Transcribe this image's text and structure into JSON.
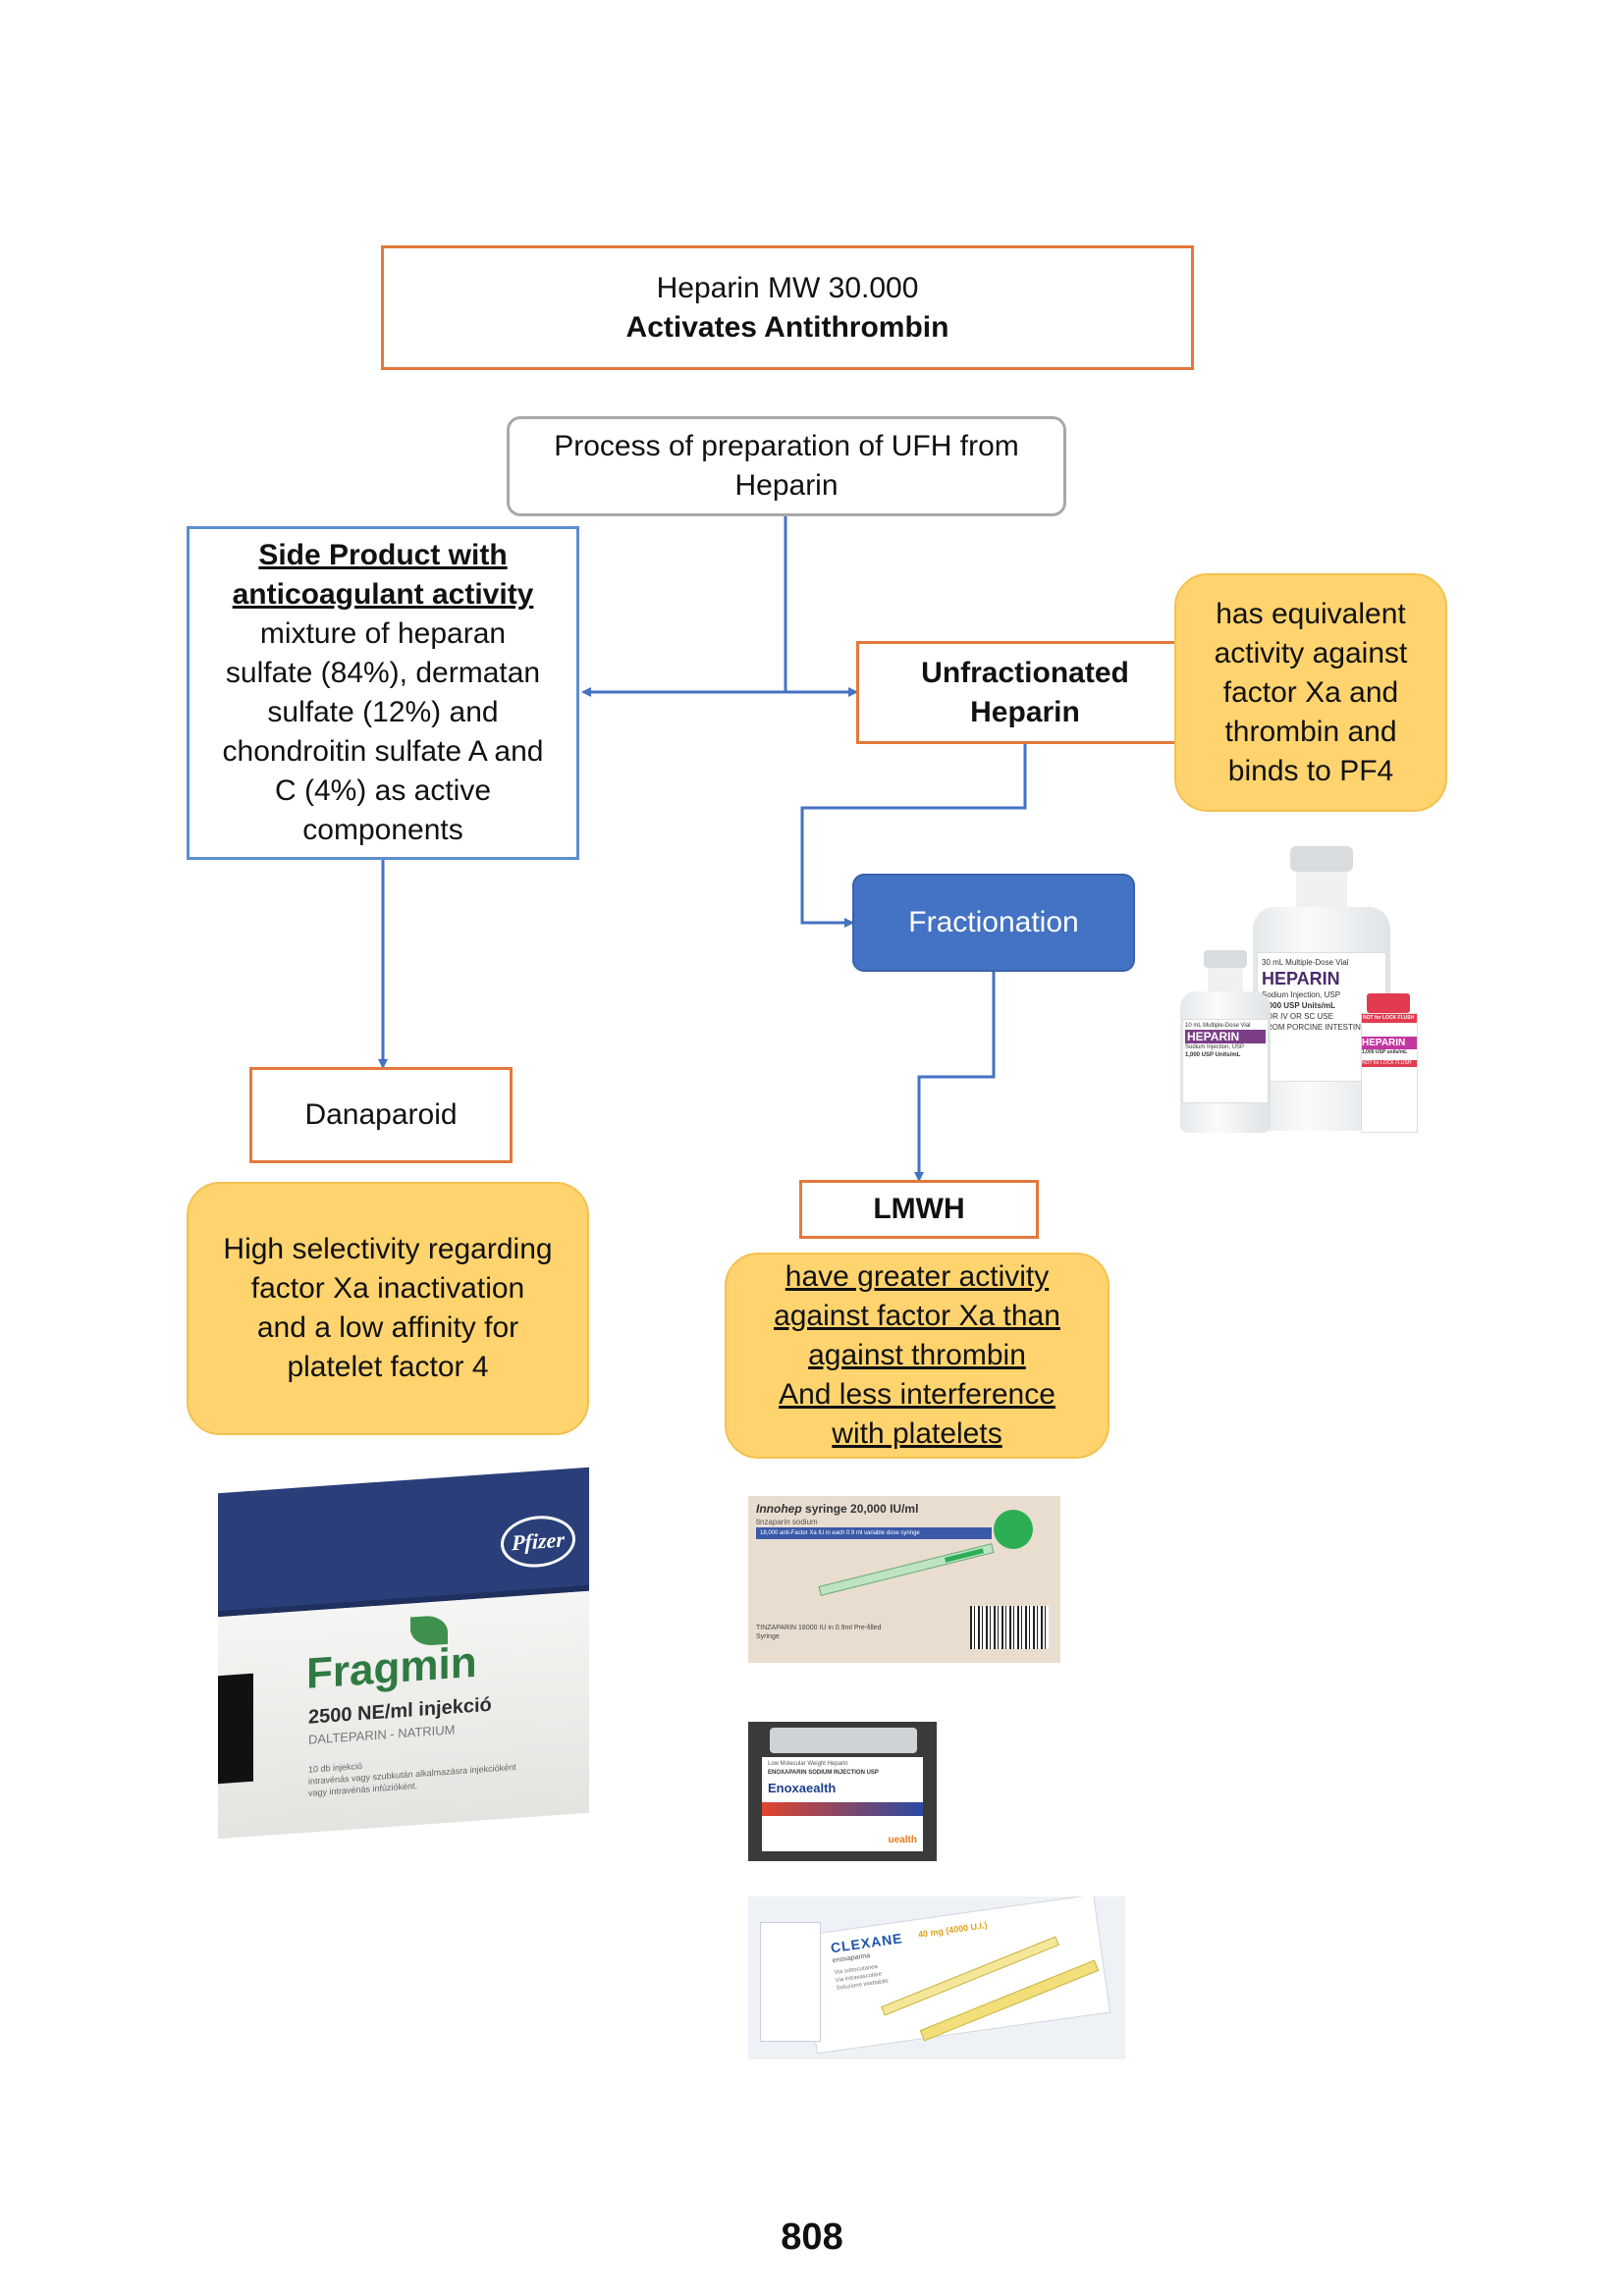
{
  "top_box": {
    "line1": "Heparin MW 30.000",
    "line2": "Activates Antithrombin"
  },
  "process_box": {
    "line1": "Process of preparation of UFH from",
    "line2": "Heparin"
  },
  "side_product_box": {
    "title_line1": "Side Product with",
    "title_line2": "anticoagulant activity",
    "lines": [
      "mixture of heparan",
      "sulfate (84%), dermatan",
      "sulfate (12%) and",
      "chondroitin sulfate A and",
      "C (4%) as active",
      "components"
    ]
  },
  "ufh_box": {
    "line1": "Unfractionated",
    "line2": "Heparin"
  },
  "ufh_note": {
    "lines": [
      "has equivalent",
      "activity against",
      "factor Xa and",
      "thrombin and",
      "binds to PF4"
    ]
  },
  "fractionation_box": {
    "label": "Fractionation"
  },
  "danaparoid_box": {
    "label": "Danaparoid"
  },
  "danaparoid_note": {
    "lines": [
      "High selectivity regarding",
      "factor Xa inactivation",
      "and a low affinity for",
      "platelet factor 4"
    ]
  },
  "lmwh_box": {
    "label": "LMWH"
  },
  "lmwh_note": {
    "lines": [
      "have greater activity",
      "against factor Xa than",
      "against thrombin",
      "And less interference",
      "with platelets"
    ]
  },
  "heparin_vials": {
    "large_label": {
      "top": "30 mL Multiple-Dose Vial",
      "brand": "HEPARIN",
      "sub": "Sodium Injection, USP",
      "units": "1,000 USP Units/mL",
      "route": "FOR IV OR SC USE",
      "source": "FROM PORCINE INTESTINES"
    },
    "small_label": {
      "top": "10 mL Multiple-Dose Vial",
      "brand": "HEPARIN",
      "sub": "Sodium Injection, USP",
      "units": "1,000 USP Units/mL"
    },
    "pink_label": {
      "top": "NOT for LOCK FLUSH",
      "brand": "HEPARIN",
      "units": "1,000 USP units/mL",
      "bottom": "NOT for LOCK FLUSH"
    }
  },
  "fragmin_box": {
    "maker": "Pfizer",
    "brand": "Fragmin",
    "strength": "2500 NE/ml injekció",
    "ingredient": "DALTEPARIN - NATRIUM",
    "lines": [
      "10 db injekció",
      "intravénás vagy szubkután alkalmazásra injekcióként",
      "vagy intravénás infúzióként."
    ]
  },
  "innohep": {
    "title": "Innohep",
    "title2": "syringe 20,000 IU/ml",
    "sub": "tinzaparin sodium",
    "band": "18,000 anti-Factor Xa IU in each 0.9 ml variable dose syringe",
    "bottom": "TINZAPARIN 18000 IU in 0.9ml Pre-filled Syringe"
  },
  "enoxaealth": {
    "header": "Low Molecular Weight Heparin",
    "sub": "ENOXAPARIN SODIUM INJECTION USP",
    "brand": "Enoxaealth",
    "maker": "uealth"
  },
  "clexane": {
    "brand": "CLEXANE",
    "dose": "40 mg (4000 U.I.)",
    "sub": "enoxaparina",
    "lines": [
      "Via sottocutanea",
      "Via intravascolare",
      "Soluzione iniettabile"
    ]
  },
  "page_number": "808"
}
